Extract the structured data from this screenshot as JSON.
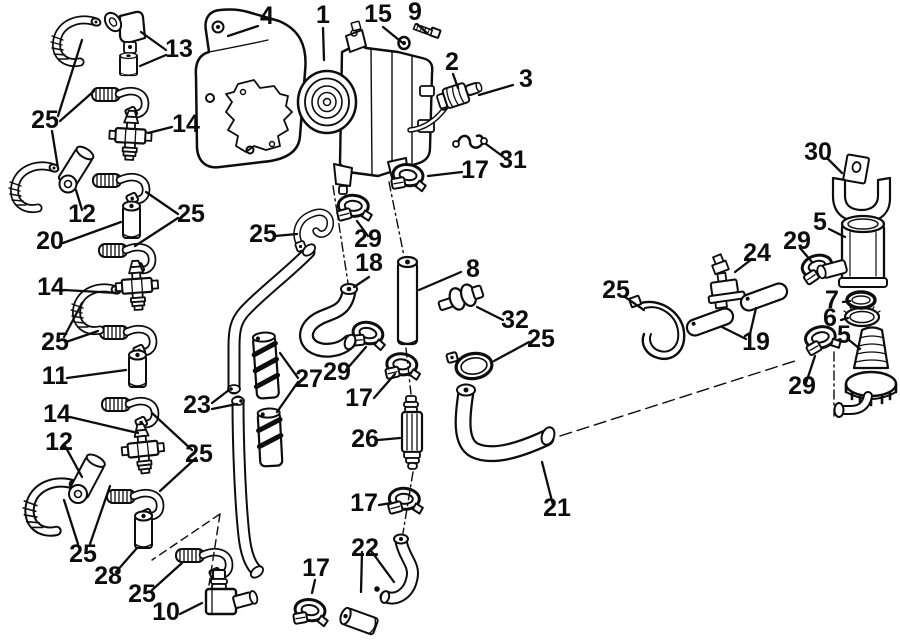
{
  "diagram": {
    "background": "#ffffff",
    "ink": "#0d0d0d",
    "callouts": [
      {
        "label": "4"
      },
      {
        "label": "1"
      },
      {
        "label": "15"
      },
      {
        "label": "9"
      },
      {
        "label": "13"
      },
      {
        "label": "2"
      },
      {
        "label": "3"
      },
      {
        "label": "25"
      },
      {
        "label": "14"
      },
      {
        "label": "30"
      },
      {
        "label": "31"
      },
      {
        "label": "17"
      },
      {
        "label": "12"
      },
      {
        "label": "25"
      },
      {
        "label": "5"
      },
      {
        "label": "20"
      },
      {
        "label": "25"
      },
      {
        "label": "29"
      },
      {
        "label": "29"
      },
      {
        "label": "24"
      },
      {
        "label": "18"
      },
      {
        "label": "8"
      },
      {
        "label": "14"
      },
      {
        "label": "25"
      },
      {
        "label": "7"
      },
      {
        "label": "6"
      },
      {
        "label": "32"
      },
      {
        "label": "5"
      },
      {
        "label": "25"
      },
      {
        "label": "19"
      },
      {
        "label": "25"
      },
      {
        "label": "29"
      },
      {
        "label": "27"
      },
      {
        "label": "11"
      },
      {
        "label": "17"
      },
      {
        "label": "29"
      },
      {
        "label": "23"
      },
      {
        "label": "14"
      },
      {
        "label": "12"
      },
      {
        "label": "26"
      },
      {
        "label": "25"
      },
      {
        "label": "17"
      },
      {
        "label": "21"
      },
      {
        "label": "22"
      },
      {
        "label": "25"
      },
      {
        "label": "28"
      },
      {
        "label": "17"
      },
      {
        "label": "25"
      },
      {
        "label": "10"
      }
    ]
  }
}
